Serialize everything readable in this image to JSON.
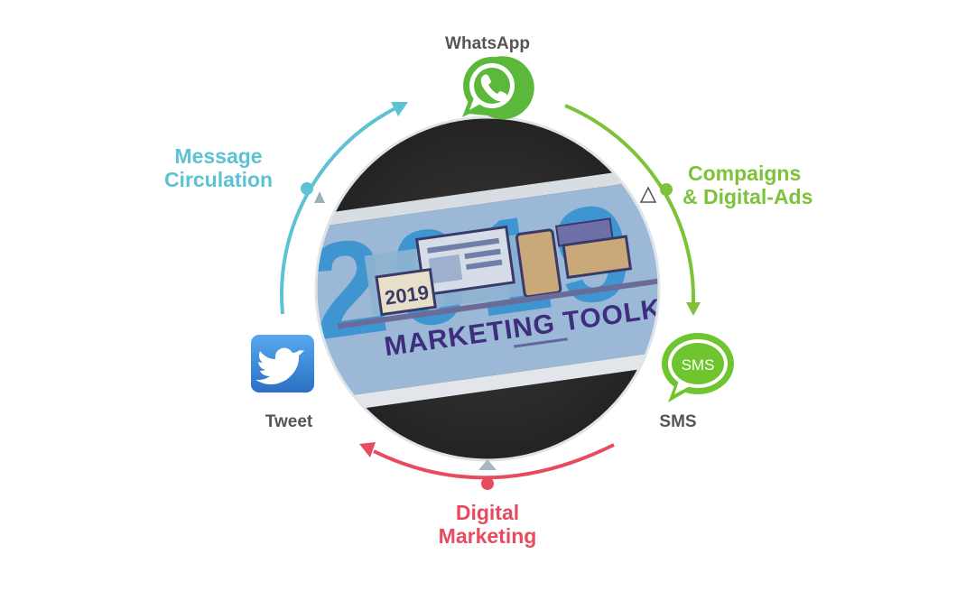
{
  "nodes": {
    "whatsapp": {
      "label": "WhatsApp",
      "icon": "whatsapp-icon",
      "color": "#5cb83a"
    },
    "sms": {
      "label": "SMS",
      "icon": "sms-bubble-icon",
      "icon_text": "SMS",
      "color": "#6fc52e"
    },
    "tweet": {
      "label": "Tweet",
      "icon": "twitter-icon",
      "color": "#3c8de0"
    }
  },
  "phases": {
    "message_circulation": {
      "line1": "Message",
      "line2": "Circulation",
      "color": "#5cc2d4"
    },
    "campaigns": {
      "line1": "Compaigns",
      "line2": "& Digital-Ads",
      "color": "#7cc33a"
    },
    "digital_marketing": {
      "line1": "Digital",
      "line2": "Marketing",
      "color": "#e84a5f"
    }
  },
  "center_image": {
    "year": "2019",
    "badge_year": "2019",
    "title": "MARKETING TOOLKIT"
  }
}
